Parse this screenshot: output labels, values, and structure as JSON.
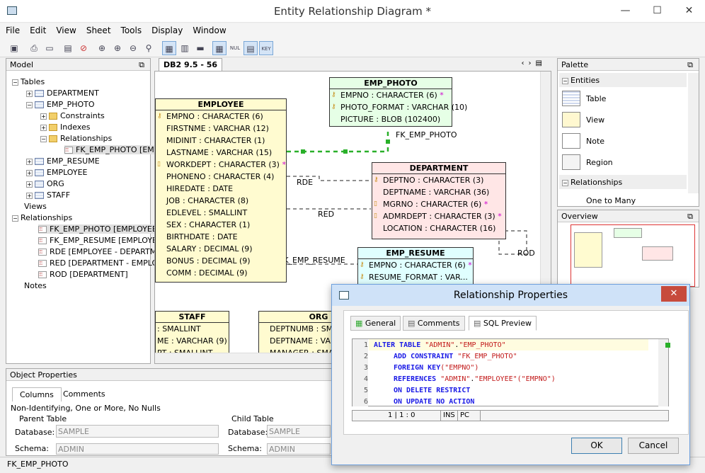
{
  "window": {
    "title": "Entity Relationship Diagram *",
    "min": "—",
    "max": "☐",
    "close": "✕"
  },
  "menu": [
    "File",
    "Edit",
    "View",
    "Sheet",
    "Tools",
    "Display",
    "Window"
  ],
  "model": {
    "title": "Model",
    "tables_label": "Tables",
    "views_label": "Views",
    "relationships_label": "Relationships",
    "notes_label": "Notes",
    "tables": [
      "DEPARTMENT",
      "EMP_PHOTO",
      "EMP_RESUME",
      "EMPLOYEE",
      "ORG",
      "STAFF"
    ],
    "emp_photo_children": [
      "Constraints",
      "Indexes",
      "Relationships"
    ],
    "emp_photo_rel": "FK_EMP_PHOTO [EM",
    "relationships": [
      "FK_EMP_PHOTO [EMPLOYEE",
      "FK_EMP_RESUME [EMPLOYEE",
      "RDE [EMPLOYEE - DEPARTME",
      "RED [DEPARTMENT - EMPLOY",
      "ROD [DEPARTMENT]"
    ]
  },
  "editor": {
    "tab": "DB2 9.5 - 56"
  },
  "entities": {
    "emp_photo": {
      "name": "EMP_PHOTO",
      "rows": [
        "EMPNO : CHARACTER (6)",
        "PHOTO_FORMAT : VARCHAR (10)",
        "PICTURE : BLOB (102400)"
      ],
      "star": "*"
    },
    "employee": {
      "name": "EMPLOYEE",
      "rows": [
        "EMPNO : CHARACTER (6)",
        "FIRSTNME : VARCHAR (12)",
        "MIDINIT : CHARACTER (1)",
        "LASTNAME : VARCHAR (15)",
        "WORKDEPT : CHARACTER (3)",
        "PHONENO : CHARACTER (4)",
        "HIREDATE : DATE",
        "JOB : CHARACTER (8)",
        "EDLEVEL : SMALLINT",
        "SEX : CHARACTER (1)",
        "BIRTHDATE : DATE",
        "SALARY : DECIMAL (9)",
        "BONUS : DECIMAL (9)",
        "COMM : DECIMAL (9)"
      ]
    },
    "department": {
      "name": "DEPARTMENT",
      "rows": [
        "DEPTNO : CHARACTER (3)",
        "DEPTNAME : VARCHAR (36)",
        "MGRNO : CHARACTER (6)",
        "ADMRDEPT : CHARACTER (3)",
        "LOCATION : CHARACTER (16)"
      ]
    },
    "emp_resume": {
      "name": "EMP_RESUME",
      "rows": [
        "EMPNO : CHARACTER (6)",
        "RESUME_FORMAT : VAR..."
      ]
    },
    "staff": {
      "name": "STAFF",
      "rows": [
        ": SMALLINT",
        "ME : VARCHAR (9)",
        "PT : SMALLINT"
      ]
    },
    "org": {
      "name": "ORG",
      "rows": [
        "DEPTNUMB : SMA",
        "DEPTNAME : VAR",
        "MANAGER : SMA"
      ]
    }
  },
  "rel_labels": {
    "fk_emp_photo": "FK_EMP_PHOTO",
    "rde": "RDE",
    "red": "RED",
    "fk_emp_resume": "FK_EMP_RESUME",
    "rod": "ROD"
  },
  "palette": {
    "title": "Palette",
    "entities_label": "Entities",
    "items": [
      "Table",
      "View",
      "Note",
      "Region"
    ],
    "relationships_label": "Relationships",
    "rel_items": [
      "One to Many"
    ]
  },
  "overview": {
    "title": "Overview"
  },
  "object_props": {
    "title": "Object Properties",
    "tabs": [
      "Columns",
      "Comments"
    ],
    "desc": "Non-Identifying, One or More, No Nulls",
    "parent_label": "Parent Table",
    "child_label": "Child Table",
    "database_label": "Database:",
    "schema_label": "Schema:",
    "database_value": "SAMPLE",
    "schema_value": "ADMIN"
  },
  "status": {
    "text": "FK_EMP_PHOTO"
  },
  "dialog": {
    "title": "Relationship Properties",
    "tabs": [
      "General",
      "Comments",
      "SQL Preview"
    ],
    "lines": [
      "1",
      "2",
      "3",
      "4",
      "5",
      "6"
    ],
    "sql": {
      "l1a": "ALTER TABLE ",
      "l1b": "\"ADMIN\"",
      "l1c": ".",
      "l1d": "\"EMP_PHOTO\"",
      "l2a": "ADD CONSTRAINT ",
      "l2b": "\"FK_EMP_PHOTO\"",
      "l3a": "FOREIGN KEY",
      "l3b": "(\"EMPNO\")",
      "l4a": "REFERENCES ",
      "l4b": "\"ADMIN\"",
      "l4c": ".",
      "l4d": "\"EMPLOYEE\"",
      "l4e": "(\"EMPNO\")",
      "l5": "ON DELETE RESTRICT",
      "l6": "ON UPDATE NO ACTION"
    },
    "status_pos": "1 | 1 : 0",
    "status_ins": "INS",
    "status_pc": "PC",
    "ok": "OK",
    "cancel": "Cancel"
  }
}
